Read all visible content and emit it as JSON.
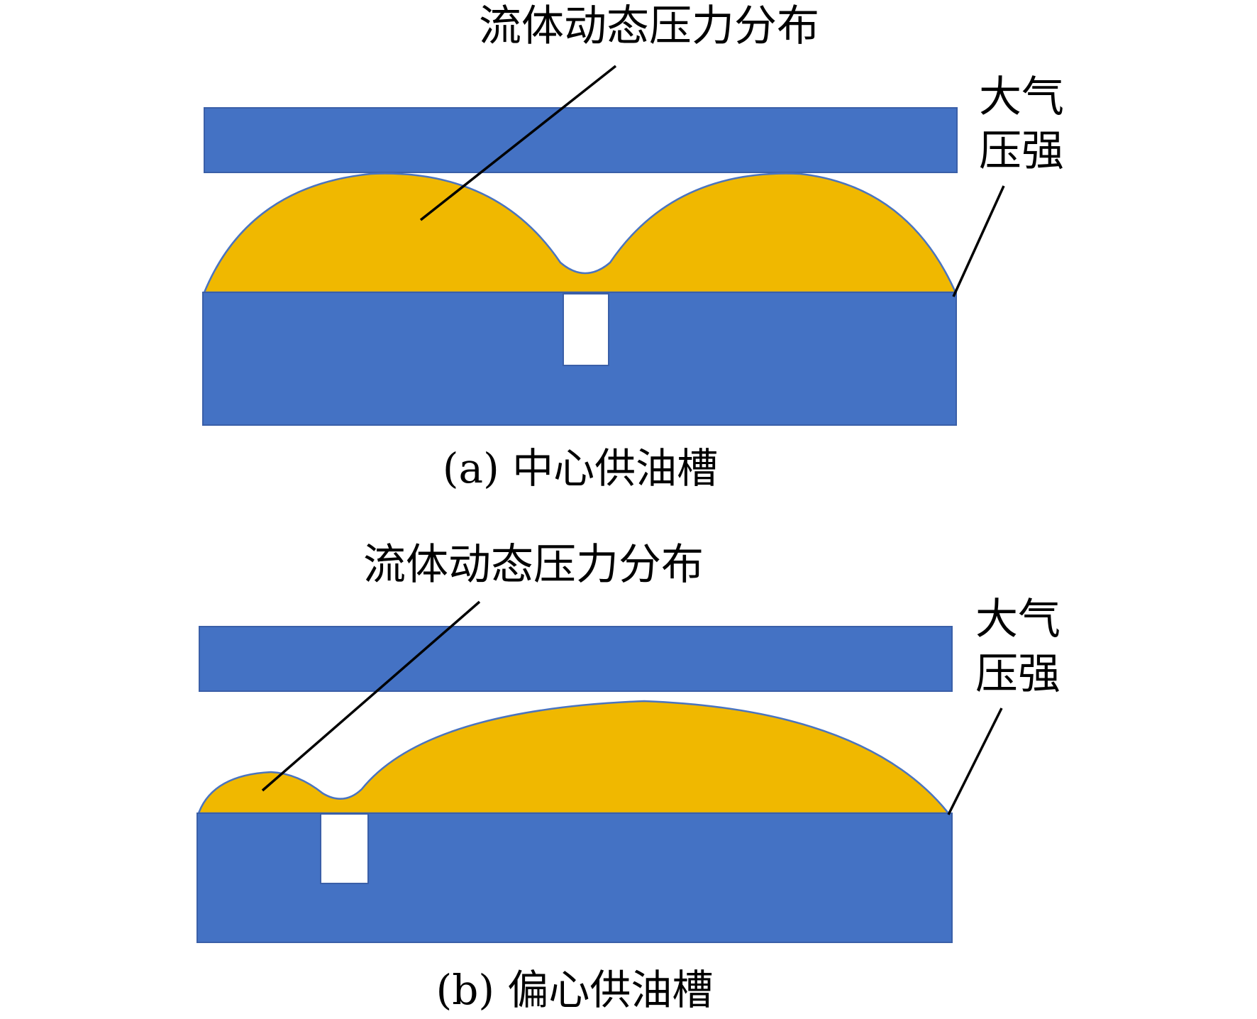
{
  "colors": {
    "plate": "#4472c4",
    "pressure_fill": "#f0b800",
    "background": "#ffffff"
  },
  "panel_a": {
    "pressure_label": "流体动态压力分布",
    "atmos_label_line1": "大气",
    "atmos_label_line2": "压强",
    "caption": "(a) 中心供油槽"
  },
  "panel_b": {
    "pressure_label": "流体动态压力分布",
    "atmos_label_line1": "大气",
    "atmos_label_line2": "压强",
    "caption": "(b) 偏心供油槽"
  }
}
